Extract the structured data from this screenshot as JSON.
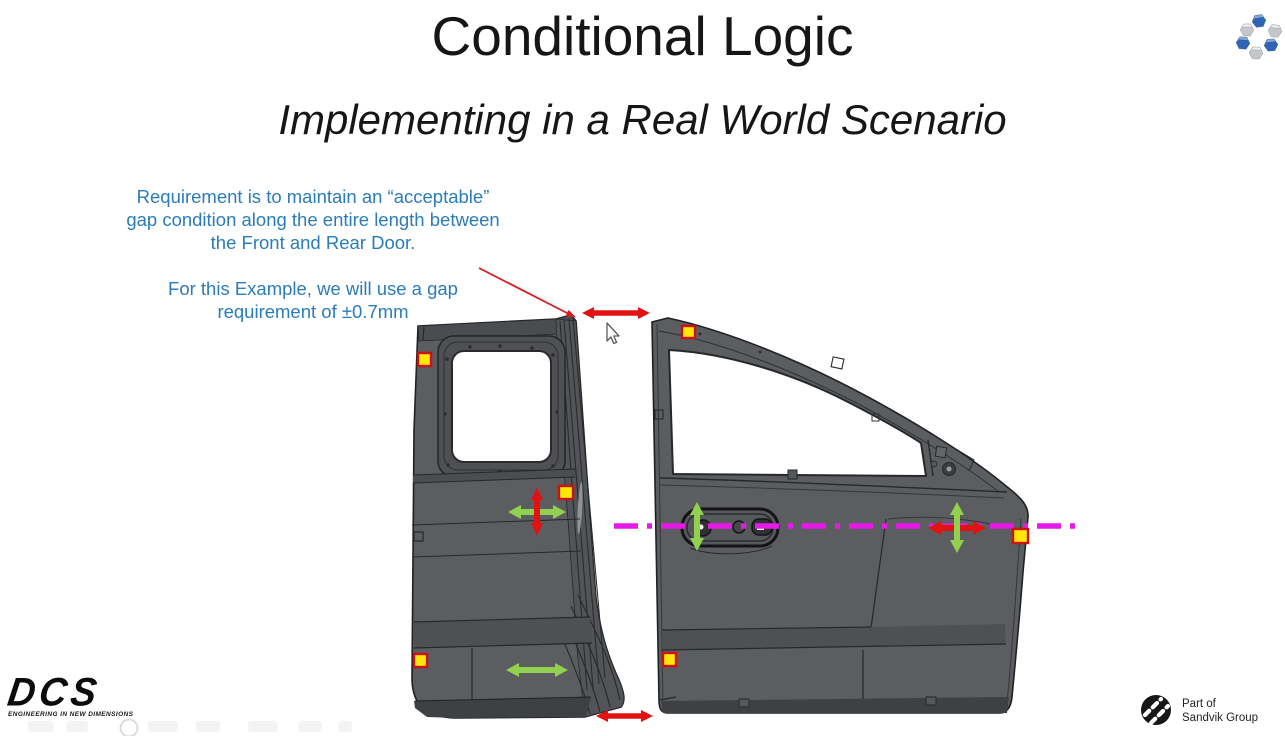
{
  "slide": {
    "title": "Conditional Logic",
    "subtitle": "Implementing in a Real World Scenario",
    "requirement_lines": [
      "Requirement is to maintain an “acceptable”",
      "gap condition along the entire length between",
      "the Front and Rear Door."
    ],
    "example_lines": [
      "For this Example, we will use a gap",
      "requirement of ±0.7mm"
    ]
  },
  "branding": {
    "dcs": {
      "name": "DCS",
      "tagline": "ENGINEERING IN NEW DIMENSIONS"
    },
    "sandvik": {
      "line1": "Part of",
      "line2": "Sandvik Group"
    }
  },
  "diagram": {
    "colors": {
      "annotation_text_blue": "#2B7CBB",
      "arrow_red": "#E31212",
      "arrow_green": "#92D050",
      "centerline_magenta": "#E61AE6",
      "marker_fill_yellow": "#FFE70A",
      "marker_border_red": "#CC1111",
      "door_gray": "#5B5D60"
    }
  }
}
